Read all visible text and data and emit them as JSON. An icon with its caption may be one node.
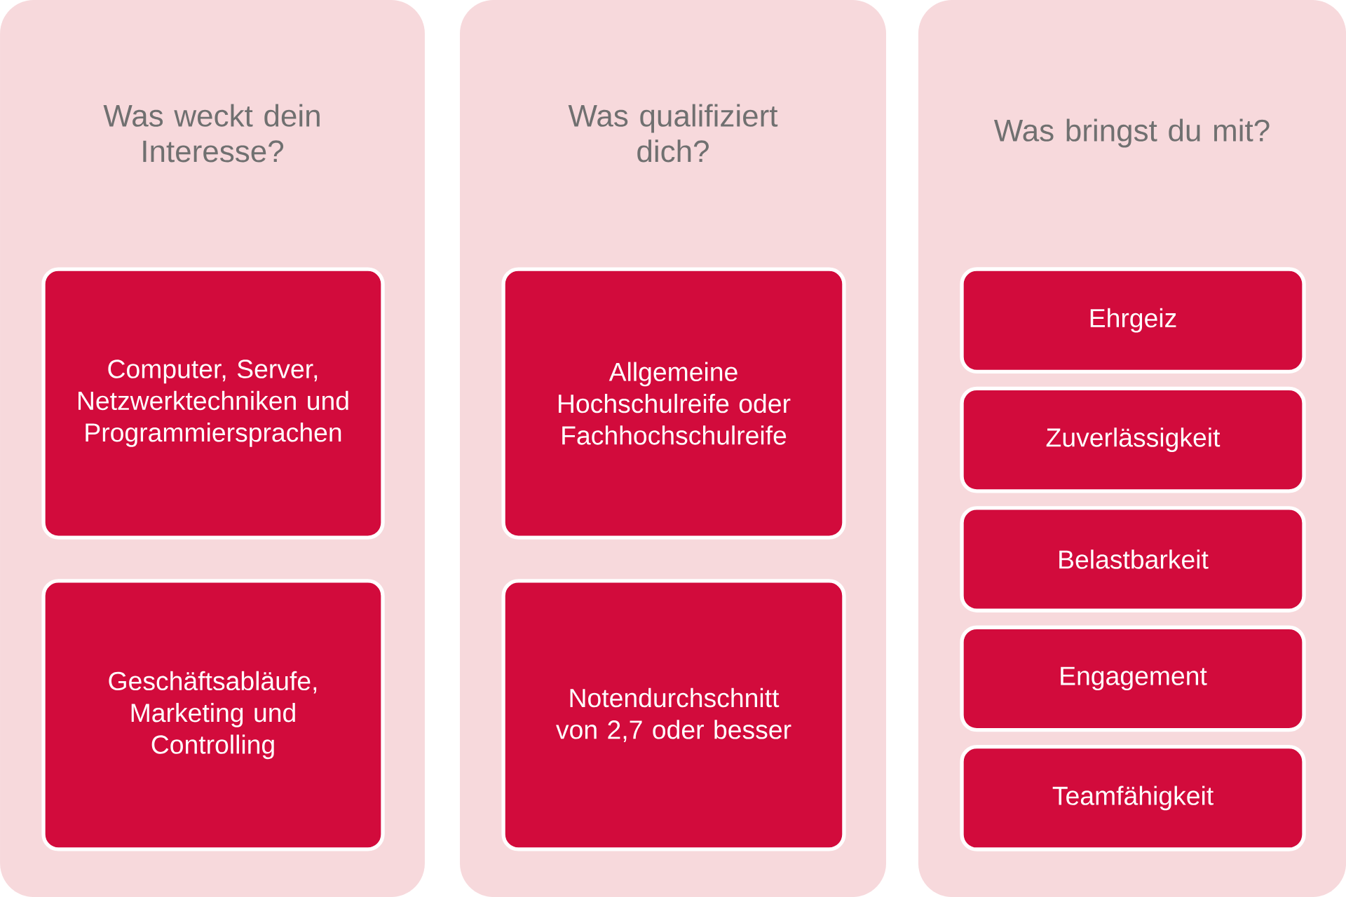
{
  "diagram": {
    "nodes": [
      {
        "text": [
          "Was weckt dein Interesse?"
        ]
      },
      {
        "text": [
          "Computer, Server, Netzwerktechniken und Programmiersprachen"
        ],
        "in": 0
      },
      {
        "text": [
          "Geschäftsabläufe, Marketing und Controlling"
        ],
        "in": 0
      },
      {
        "text": [
          "Was qualifiziert dich?"
        ]
      },
      {
        "text": [
          "Allgemeine Hochschulreife oder Fachhochschulreife"
        ],
        "in": 3
      },
      {
        "text": [
          "Notendurchschnitt von 2,7 oder besser"
        ],
        "in": 3
      },
      {
        "text": [
          "Was bringst du mit?"
        ]
      },
      {
        "text": [
          "Ehrgeiz"
        ],
        "in": 6
      },
      {
        "text": [
          "Zuverlässigkeit"
        ],
        "in": 6
      },
      {
        "text": [
          "Belastbarkeit"
        ],
        "in": 6
      },
      {
        "text": [
          "Engagement"
        ],
        "in": 6
      },
      {
        "text": [
          "Teamfähigkeit"
        ],
        "in": 6
      }
    ]
  }
}
